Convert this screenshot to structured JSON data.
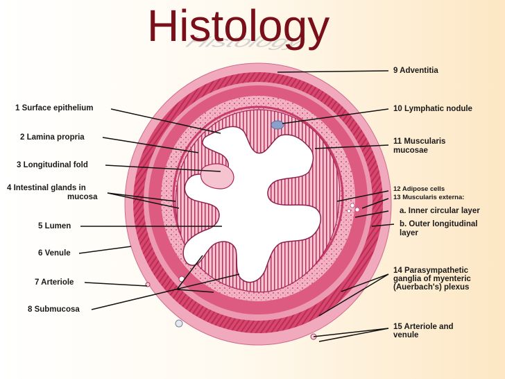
{
  "title": "Histology",
  "labels": {
    "l1": "1 Surface epithelium",
    "l2": "2 Lamina propria",
    "l3": "3 Longitudinal fold",
    "l4a": "4 Intestinal glands in",
    "l4b": "mucosa",
    "l5": "5 Lumen",
    "l6": "6 Venule",
    "l7": "7 Arteriole",
    "l8": "8 Submucosa",
    "l9": "9 Adventitia",
    "l10": "10 Lymphatic nodule",
    "l11a": "11 Muscularis",
    "l11b": "mucosae",
    "l12": "12 Adipose cells",
    "l13": "13 Muscularis externa:",
    "l13a": "a. Inner circular layer",
    "l13b1": "b. Outer longitudinal",
    "l13b2": "layer",
    "l14a": "14 Parasympathetic",
    "l14b": "ganglia of myenteric",
    "l14c": "(Auerbach's) plexus",
    "l15a": "15 Arteriole and",
    "l15b": "venule"
  },
  "colors": {
    "title": "#7a0f1a",
    "outer_tissue": "#e98aa8",
    "muscle": "#d9476f",
    "mucosa": "#f3b6c6",
    "lumen": "#ffffff"
  }
}
